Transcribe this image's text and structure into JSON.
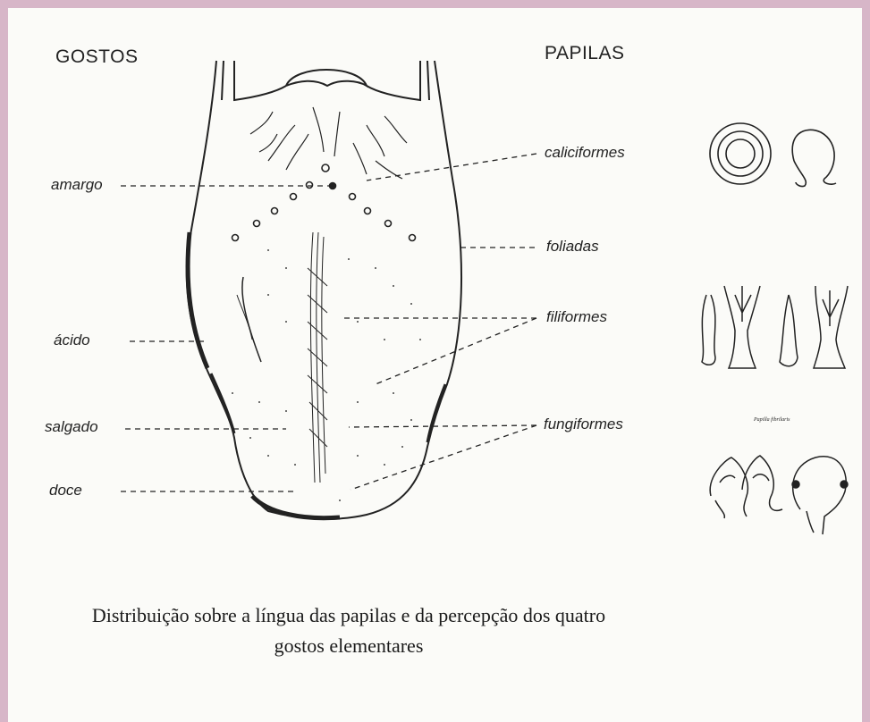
{
  "headers": {
    "tastes": "GOSTOS",
    "papillae": "PAPILAS"
  },
  "tastes": {
    "bitter": "amargo",
    "sour": "ácido",
    "salty": "salgado",
    "sweet": "doce"
  },
  "papillae": {
    "circumvallate": "caliciformes",
    "foliate": "foliadas",
    "filiform": "filiformes",
    "fungiform": "fungiformes"
  },
  "tiny_caption": "Papilla fibrilaris",
  "caption": {
    "line1": "Distribuição sobre a língua das papilas e da percepção dos quatro",
    "line2": "gostos elementares"
  },
  "colors": {
    "frame": "#d7b6c8",
    "paper": "#fbfbf8",
    "ink": "#222222"
  }
}
